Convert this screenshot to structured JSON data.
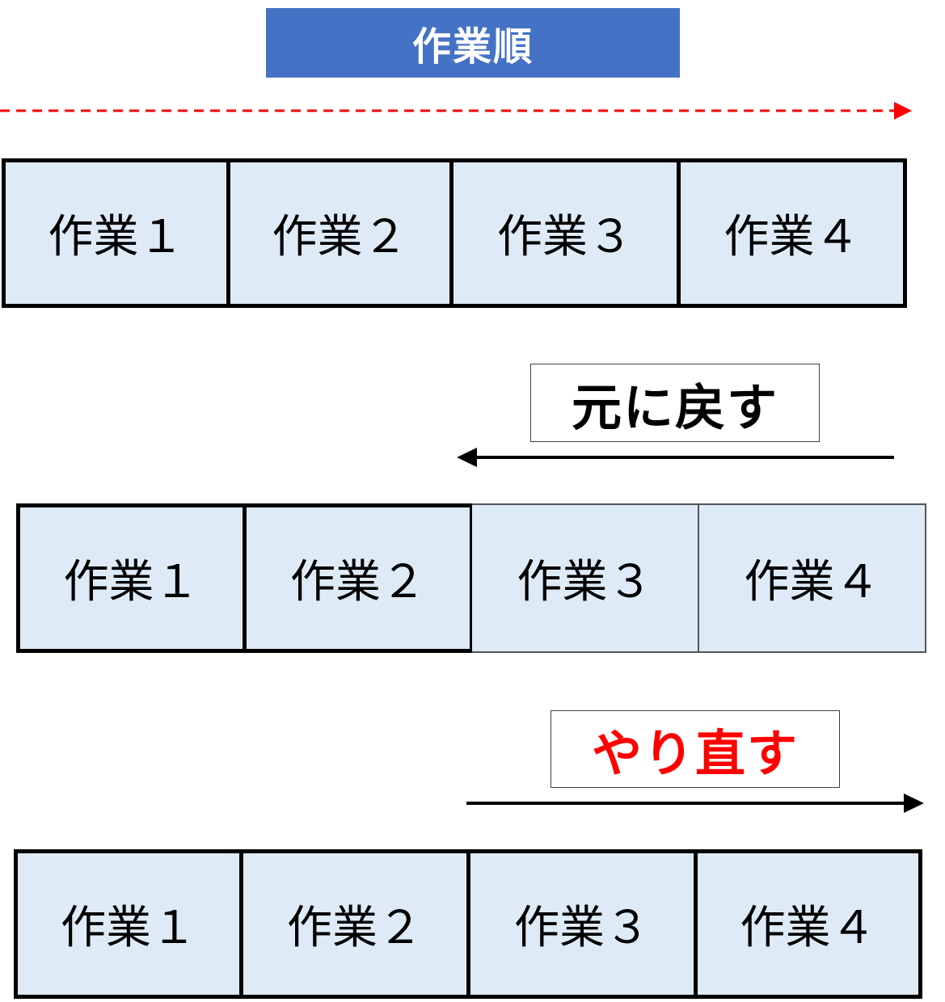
{
  "title": "作業順",
  "rows": [
    {
      "cells": [
        {
          "label": "作業１"
        },
        {
          "label": "作業２"
        },
        {
          "label": "作業３"
        },
        {
          "label": "作業４"
        }
      ]
    },
    {
      "cells": [
        {
          "label": "作業１"
        },
        {
          "label": "作業２"
        },
        {
          "label": "作業３"
        },
        {
          "label": "作業４"
        }
      ]
    },
    {
      "cells": [
        {
          "label": "作業１"
        },
        {
          "label": "作業２"
        },
        {
          "label": "作業３"
        },
        {
          "label": "作業４"
        }
      ]
    }
  ],
  "undo": {
    "label": "元に戻す",
    "color": "#000000"
  },
  "redo": {
    "label": "やり直す",
    "color": "#ff0000"
  },
  "colors": {
    "title_bg": "#4472c4",
    "cell_bg": "#deebf7",
    "dashed_arrow": "#ff0000",
    "arrow": "#000000"
  }
}
